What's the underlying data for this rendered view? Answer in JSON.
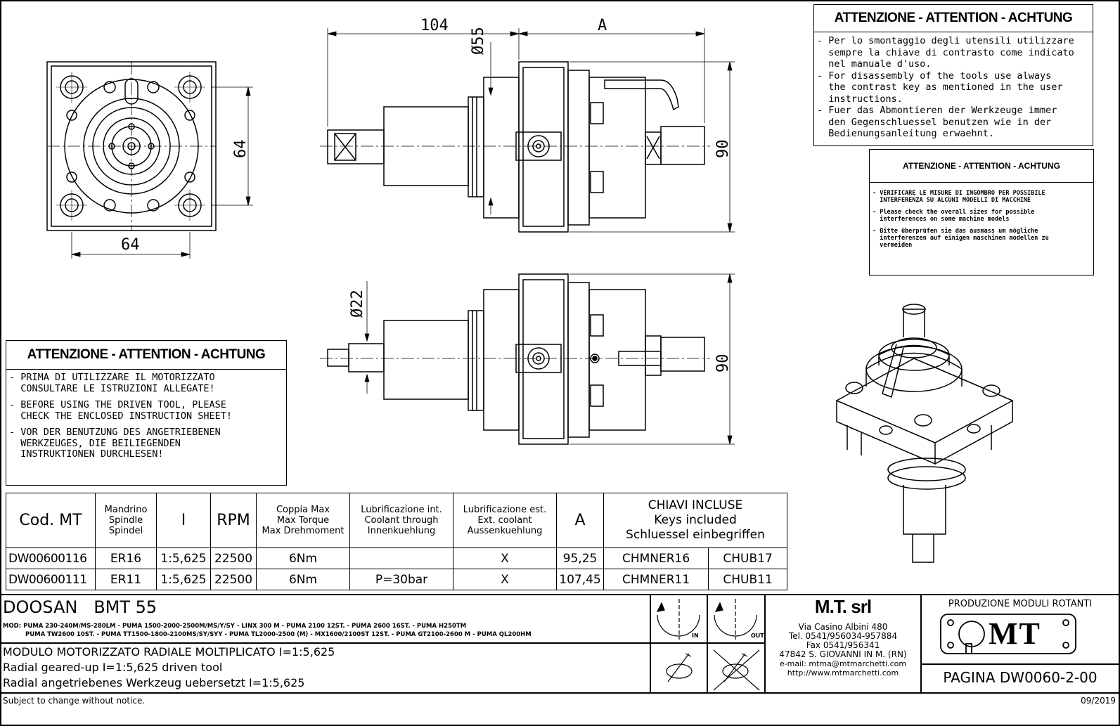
{
  "dimensions": {
    "top_width": "104",
    "top_a": "A",
    "diameter_55": "Ø55",
    "height_90_top": "90",
    "front_64_v": "64",
    "front_64_h": "64",
    "diameter_22": "Ø22",
    "height_90_bottom": "90"
  },
  "warning_main": {
    "title": "ATTENZIONE - ATTENTION - ACHTUNG",
    "lines": [
      "- Per lo smontaggio degli utensili utilizzare",
      "  sempre la chiave di contrasto come indicato",
      "  nel manuale d'uso.",
      "- For disassembly of the tools use always",
      "  the contrast key as mentioned in the user",
      "  instructions.",
      "- Fuer das Abmontieren der Werkzeuge immer",
      "  den Gegenschluessel benutzen wie in der",
      "  Bedienungsanleitung erwaehnt."
    ]
  },
  "warning_small": {
    "title": "ATTENZIONE - ATTENTION - ACHTUNG",
    "lines": [
      "- VERIFICARE LE MISURE DI INGOMBRO PER POSSIBILE",
      "  INTERFERENZA SU ALCUNI MODELLI DI MACCHINE",
      "- Please check the overall sizes for possible",
      "  interferences on some machine models",
      "- Bitte überprüfen sie das ausmass um mögliche",
      "  interferenzen auf einigen maschinen modellen zu",
      "  vermeiden"
    ]
  },
  "warning_left": {
    "title": "ATTENZIONE - ATTENTION - ACHTUNG",
    "lines": [
      "- PRIMA DI UTILIZZARE IL MOTORIZZATO",
      "  CONSULTARE LE ISTRUZIONI ALLEGATE!",
      "",
      "- BEFORE USING THE DRIVEN TOOL, PLEASE",
      "  CHECK THE ENCLOSED INSTRUCTION SHEET!",
      "",
      "- VOR DER BENUTZUNG DES ANGETRIEBENEN",
      "  WERKZEUGES, DIE BEILIEGENDEN",
      "  INSTRUKTIONEN DURCHLESEN!"
    ]
  },
  "spec_table": {
    "headers": {
      "cod": "Cod. MT",
      "spindle": "Mandrino\nSpindle\nSpindel",
      "ratio": "I",
      "rpm": "RPM",
      "torque": "Coppia Max\nMax Torque\nMax Drehmoment",
      "lub_int": "Lubrificazione int.\nCoolant through\nInnenkuehlung",
      "lub_ext": "Lubrificazione est.\nExt. coolant\nAussenkuehlung",
      "a": "A",
      "keys": "CHIAVI INCLUSE\nKeys included\nSchluessel einbegriffen"
    },
    "rows": [
      [
        "DW00600116",
        "ER16",
        "1:5,625",
        "22500",
        "6Nm",
        "",
        "X",
        "95,25",
        "CHMNER16",
        "CHUB17"
      ],
      [
        "DW00600111",
        "ER11",
        "1:5,625",
        "22500",
        "6Nm",
        "P=30bar",
        "X",
        "107,45",
        "CHMNER11",
        "CHUB11"
      ]
    ]
  },
  "title_block": {
    "model": "DOOSAN   BMT 55",
    "machines_1": "MOD: PUMA 230-240M/MS-280LM - PUMA 1500-2000-2500M/MS/Y/SY - LINX 300 M - PUMA 2100 12ST. - PUMA 2600 16ST. - PUMA H250TM",
    "machines_2": "PUMA TW2600 10ST. - PUMA TT1500-1800-2100MS/SY/SYY - PUMA TL2000-2500 (M) - MX1600/2100ST 12ST. - PUMA GT2100-2600 M - PUMA QL200HM",
    "desc_it": "MODULO MOTORIZZATO RADIALE MOLTIPLICATO I=1:5,625",
    "desc_en": "Radial geared-up I=1:5,625 driven tool",
    "desc_de": "Radial angetriebenes Werkzeug uebersetzt I=1:5,625",
    "rot_in": "IN",
    "rot_out": "OUT",
    "company": "M.T. srl",
    "address": "Via Casino Albini 480",
    "tel": "Tel. 0541/956034-957884",
    "fax": "Fax 0541/956341",
    "city": "47842 S. GIOVANNI IN M. (RN)",
    "email": "e-mail: mtma@mtmarchetti.com",
    "web": "http://www.mtmarchetti.com",
    "production": "PRODUZIONE MODULI ROTANTI",
    "logo": "MT",
    "page": "PAGINA DW0060-2-00"
  },
  "footer": {
    "notice": "Subject to change without notice.",
    "date": "09/2019"
  }
}
